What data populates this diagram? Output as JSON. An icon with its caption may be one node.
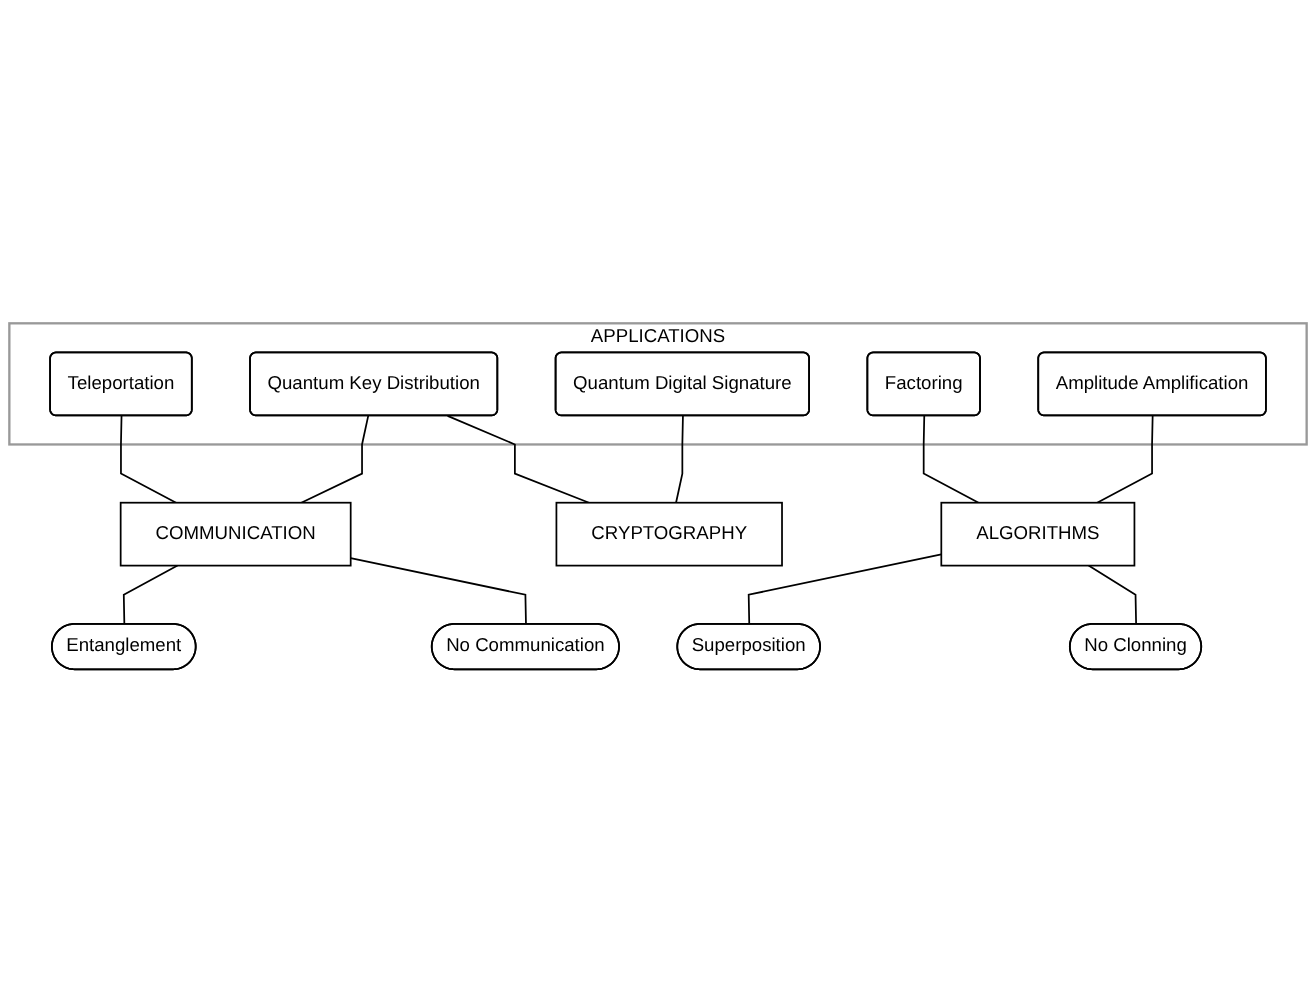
{
  "diagram": {
    "nodes": [
      {
        "text": [
          "APPLICATIONS"
        ]
      },
      {
        "text": [
          "Teleportation"
        ],
        "in": 0
      },
      {
        "text": [
          "Quantum Key Distribution"
        ],
        "in": 0
      },
      {
        "text": [
          "Quantum Digital Signature"
        ],
        "in": 0
      },
      {
        "text": [
          "Factoring"
        ],
        "in": 0
      },
      {
        "text": [
          "Amplitude Amplification"
        ],
        "in": 0
      },
      {
        "text": [
          "CRYPTOGRAPHY"
        ]
      },
      {
        "text": [
          "COMMUNICATION"
        ]
      },
      {
        "text": [
          "ALGORITHMS"
        ]
      },
      {
        "text": [
          "Entanglement"
        ]
      },
      {
        "text": [
          "No Communication"
        ]
      },
      {
        "text": [
          "Superposition"
        ]
      },
      {
        "text": [
          "No Clonning"
        ]
      }
    ],
    "edges": [
      {
        "from": 1,
        "to": 7,
        "arrow": "none"
      },
      {
        "from": 2,
        "to": 7,
        "arrow": "none"
      },
      {
        "from": 2,
        "to": 6,
        "arrow": "none"
      },
      {
        "from": 3,
        "to": 6,
        "arrow": "none"
      },
      {
        "from": 4,
        "to": 8,
        "arrow": "none"
      },
      {
        "from": 5,
        "to": 8,
        "arrow": "none"
      },
      {
        "from": 7,
        "to": 9,
        "arrow": "none"
      },
      {
        "from": 7,
        "to": 10,
        "arrow": "none"
      },
      {
        "from": 8,
        "to": 11,
        "arrow": "none"
      },
      {
        "from": 8,
        "to": 12,
        "arrow": "none"
      }
    ]
  }
}
